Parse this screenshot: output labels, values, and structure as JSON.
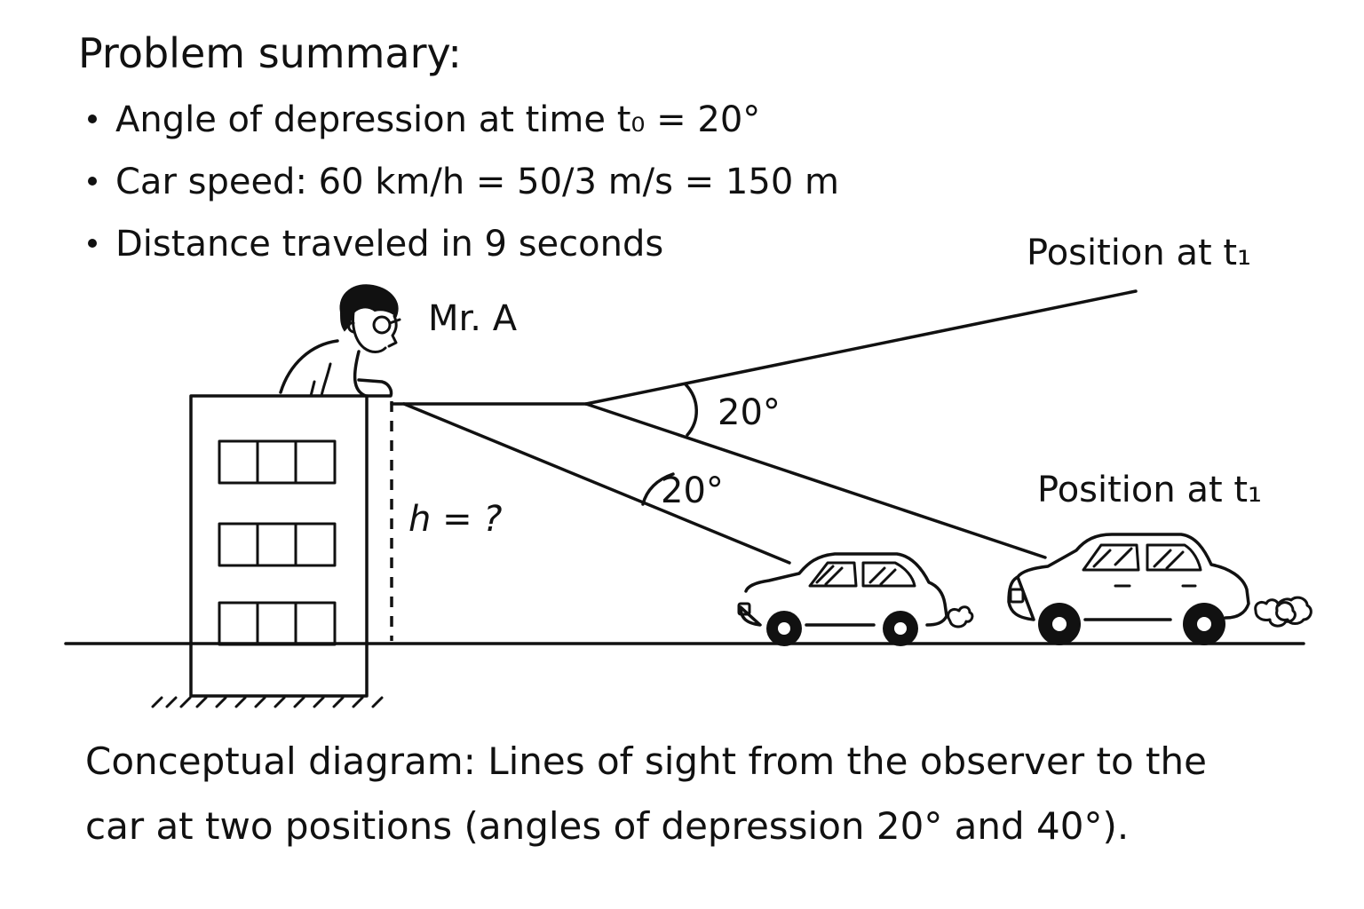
{
  "summary": {
    "heading": "Problem summary:",
    "bullets": [
      "Angle of depression at time t₀ = 20°",
      "Car speed: 60 km/h = 50/3 m/s = 150 m",
      "Distance traveled in 9 seconds"
    ]
  },
  "labels": {
    "observer": "Mr. A",
    "height": "h = ?",
    "angle_upper": "20°",
    "angle_lower": "20°",
    "position_upper": "Position at t₁",
    "position_car": "Position at t₁"
  },
  "caption": {
    "line1": "Conceptual diagram: Lines of sight from the observer to the",
    "line2": "car at two positions (angles of depression 20° and 40°)."
  },
  "icons": [
    "person-icon",
    "building-icon",
    "car-icon",
    "exhaust-cloud-icon"
  ]
}
